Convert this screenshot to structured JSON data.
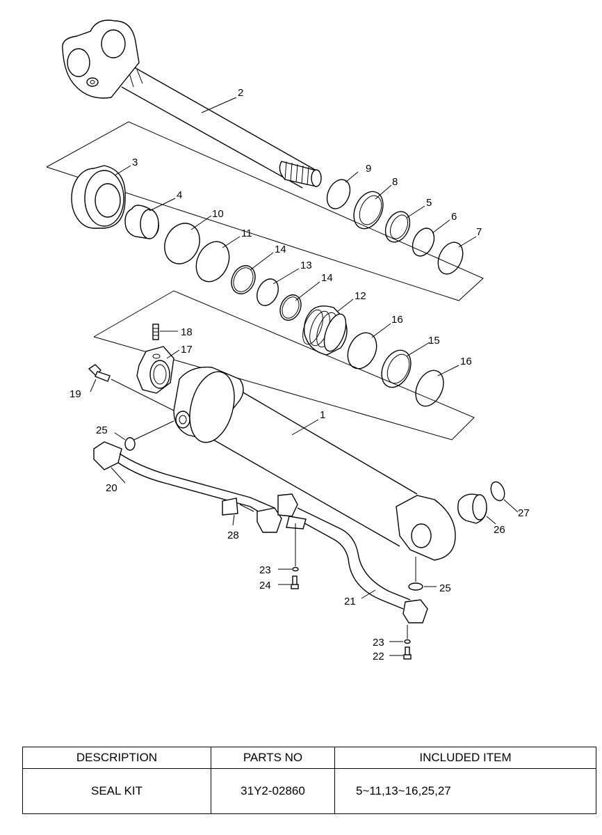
{
  "callouts": {
    "c1": "1",
    "c2": "2",
    "c3": "3",
    "c4": "4",
    "c5": "5",
    "c6": "6",
    "c7": "7",
    "c8": "8",
    "c9": "9",
    "c10": "10",
    "c11": "11",
    "c12": "12",
    "c13": "13",
    "c14a": "14",
    "c14b": "14",
    "c15": "15",
    "c16a": "16",
    "c16b": "16",
    "c17": "17",
    "c18": "18",
    "c19": "19",
    "c20": "20",
    "c21": "21",
    "c22": "22",
    "c23a": "23",
    "c23b": "23",
    "c24": "24",
    "c25a": "25",
    "c25b": "25",
    "c26": "26",
    "c27": "27",
    "c28": "28"
  },
  "table": {
    "headers": {
      "description": "DESCRIPTION",
      "parts_no": "PARTS NO",
      "included_item": "INCLUDED ITEM"
    },
    "row": {
      "description": "SEAL KIT",
      "parts_no": "31Y2-02860",
      "included_item": "5~11,13~16,25,27"
    }
  }
}
